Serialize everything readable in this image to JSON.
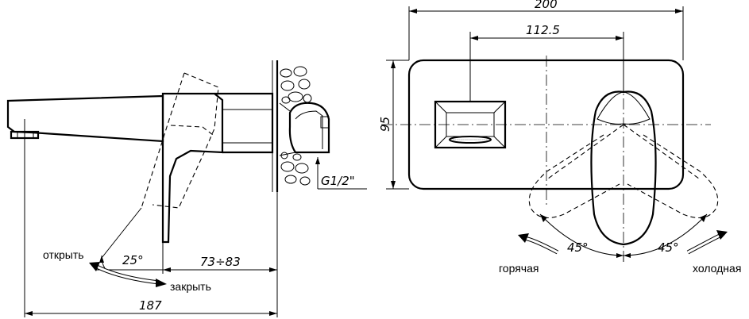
{
  "side_view": {
    "dim_total": "187",
    "dim_range": "73÷83",
    "dim_angle": "25°",
    "label_open": "открыть",
    "label_close": "закрыть",
    "thread": "G1/2\""
  },
  "front_view": {
    "dim_width": "200",
    "dim_spacing": "112.5",
    "dim_height": "95",
    "angle_left": "45°",
    "angle_right": "45°",
    "label_hot": "горячая",
    "label_cold": "холодная"
  }
}
